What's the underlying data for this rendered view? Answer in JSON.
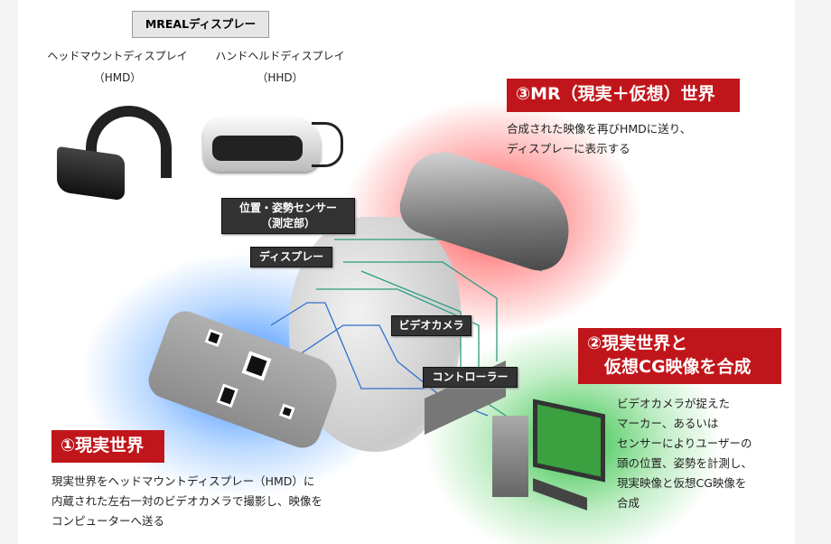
{
  "header_label": "MREALディスプレー",
  "devices": [
    {
      "name": "ヘッドマウントディスプレイ\n（HMD）"
    },
    {
      "name": "ハンドヘルドディスプレイ\n（HHD）"
    }
  ],
  "labels": {
    "sensor": "位置・姿勢センサー\n（測定部）",
    "display": "ディスプレー",
    "video_camera": "ビデオカメラ",
    "controller": "コントローラー"
  },
  "sections": [
    {
      "title": "①現実世界",
      "desc": "現実世界をヘッドマウントディスプレー（HMD）に\n内蔵された左右一対のビデオカメラで撮影し、映像を\nコンピューターへ送る"
    },
    {
      "title": "②現実世界と\n　仮想CG映像を合成",
      "desc": "ビデオカメラが捉えた\nマーカー、あるいは\nセンサーによりユーザーの\n頭の位置、姿勢を計測し、\n現実映像と仮想CG映像を\n合成"
    },
    {
      "title": "③MR（現実＋仮想）世界",
      "desc": "合成された映像を再びHMDに送り、\nディスプレーに表示する"
    }
  ],
  "colors": {
    "accent_red": "#c0161b",
    "glow_red": "#ff5050",
    "glow_blue": "#3a8cff",
    "glow_green": "#3cc84a",
    "line_teal": "#2a9d80",
    "line_blue": "#2f6fd0"
  }
}
